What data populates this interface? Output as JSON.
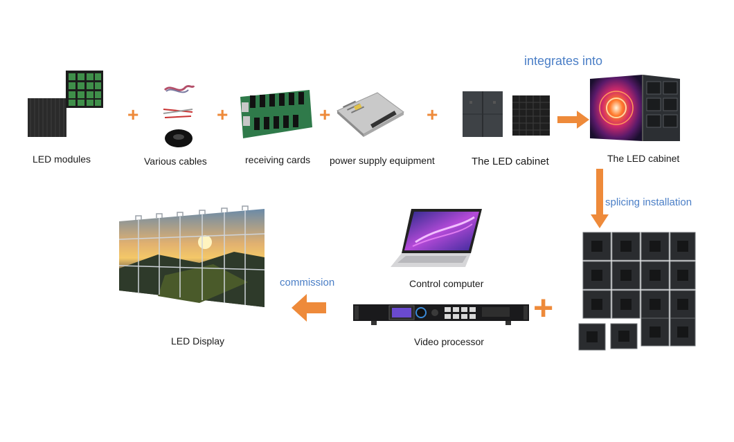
{
  "items": {
    "led_modules": "LED modules",
    "cables": "Various cables",
    "receiving_cards": "receiving cards",
    "power_supply": "power supply equipment",
    "cabinet_parts": "The LED cabinet",
    "cabinet_assembled": "The LED cabinet",
    "control_computer": "Control computer",
    "video_processor": "Video processor",
    "led_display": "LED Display"
  },
  "steps": {
    "integrates_into": "integrates into",
    "splicing_installation": "splicing installation",
    "commission": "commission"
  },
  "plus_symbol": "+",
  "colors": {
    "accent_orange": "#ee8a3a",
    "step_blue": "#4a7ec6"
  }
}
